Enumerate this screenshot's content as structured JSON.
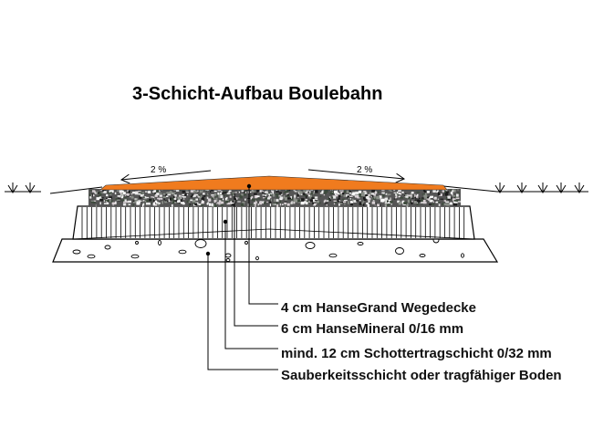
{
  "title": "3-Schicht-Aufbau Boulebahn",
  "slope_left": "2 %",
  "slope_right": "2 %",
  "layers": [
    {
      "label": "4 cm HanseGrand Wegedecke",
      "color": "#f07b1e"
    },
    {
      "label": "6 cm HanseMineral 0/16 mm",
      "color": "#6b6f6a"
    },
    {
      "label": "mind. 12 cm Schottertragschicht 0/32 mm",
      "color": "#ffffff"
    },
    {
      "label": "Sauberkeitsschicht oder tragfähiger Boden",
      "color": "#ffffff"
    }
  ]
}
